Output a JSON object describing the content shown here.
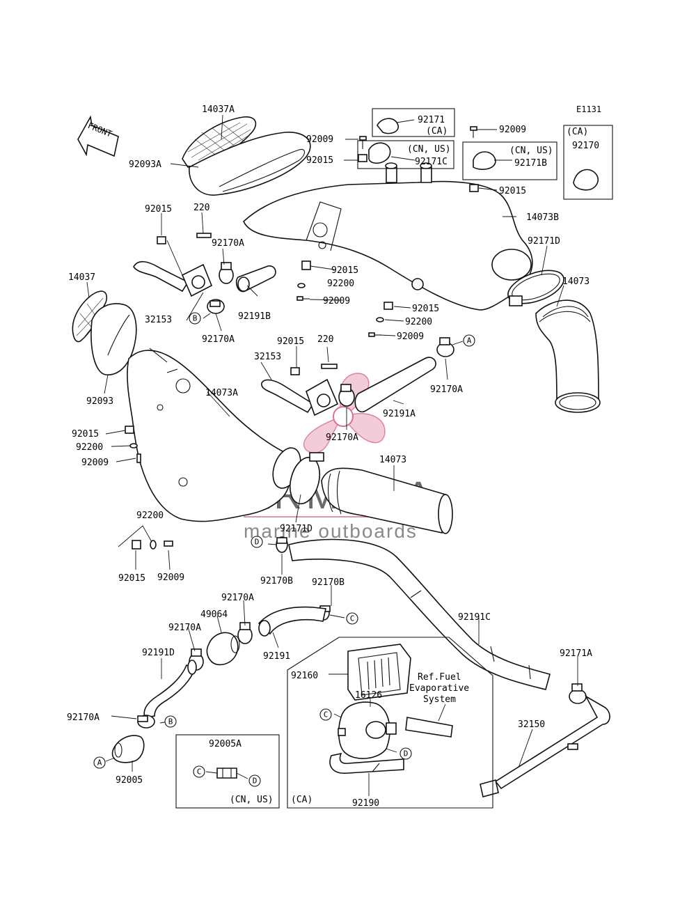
{
  "diagram_code": "E1131",
  "front_arrow": "FRONT",
  "watermark": {
    "brand": "ARMADA",
    "tagline": "marine outboards",
    "accent": "#d76f93"
  },
  "callouts": {
    "c14037A": "14037A",
    "c92093A": "92093A",
    "c92015a": "92015",
    "c220a": "220",
    "c92170Aa": "92170A",
    "c14037": "14037",
    "c92191B": "92191B",
    "c32153a": "32153",
    "c92170Ab": "92170A",
    "c92093": "92093",
    "c92009a": "92009",
    "c92171": "92171",
    "cCA1": "(CA)",
    "cCNUS1": "(CN, US)",
    "c92171C": "92171C",
    "c92015b": "92015",
    "c92009b": "92009",
    "cCNUS2": "(CN, US)",
    "c92171B": "92171B",
    "c92015c": "92015",
    "cCA2": "(CA)",
    "c92170": "92170",
    "c14073B": "14073B",
    "c92171D": "92171D",
    "c14073a": "14073",
    "c92015d": "92015",
    "c92200a": "92200",
    "c92009c": "92009",
    "c92015e": "92015",
    "c92200b": "92200",
    "c92009d": "92009",
    "c92015f": "92015",
    "c220b": "220",
    "c32153b": "32153",
    "c14073A": "14073A",
    "c92170Ac": "92170A",
    "c92191A": "92191A",
    "c92170Ad": "92170A",
    "c14073b": "14073",
    "c92015g": "92015",
    "c92200c": "92200",
    "c92009e": "92009",
    "c92171Db": "92171D",
    "c92200d": "92200",
    "c92015h": "92015",
    "c92009f": "92009",
    "c92170Ba": "92170B",
    "c92170Bb": "92170B",
    "c92170Ae": "92170A",
    "c49064": "49064",
    "c92170Af": "92170A",
    "c92191": "92191",
    "c92191D": "92191D",
    "c92191C": "92191C",
    "c92171A": "92171A",
    "c92160": "92160",
    "c16126": "16126",
    "cRef1": "Ref.Fuel",
    "cRef2": "Evaporative",
    "cRef3": "System",
    "c32150": "32150",
    "c92170Ag": "92170A",
    "c92005A": "92005A",
    "c92005": "92005",
    "cCNUS3": "(CN, US)",
    "cCA3": "(CA)",
    "c92190": "92190"
  },
  "markers": {
    "A": "A",
    "B": "B",
    "C": "C",
    "D": "D"
  }
}
